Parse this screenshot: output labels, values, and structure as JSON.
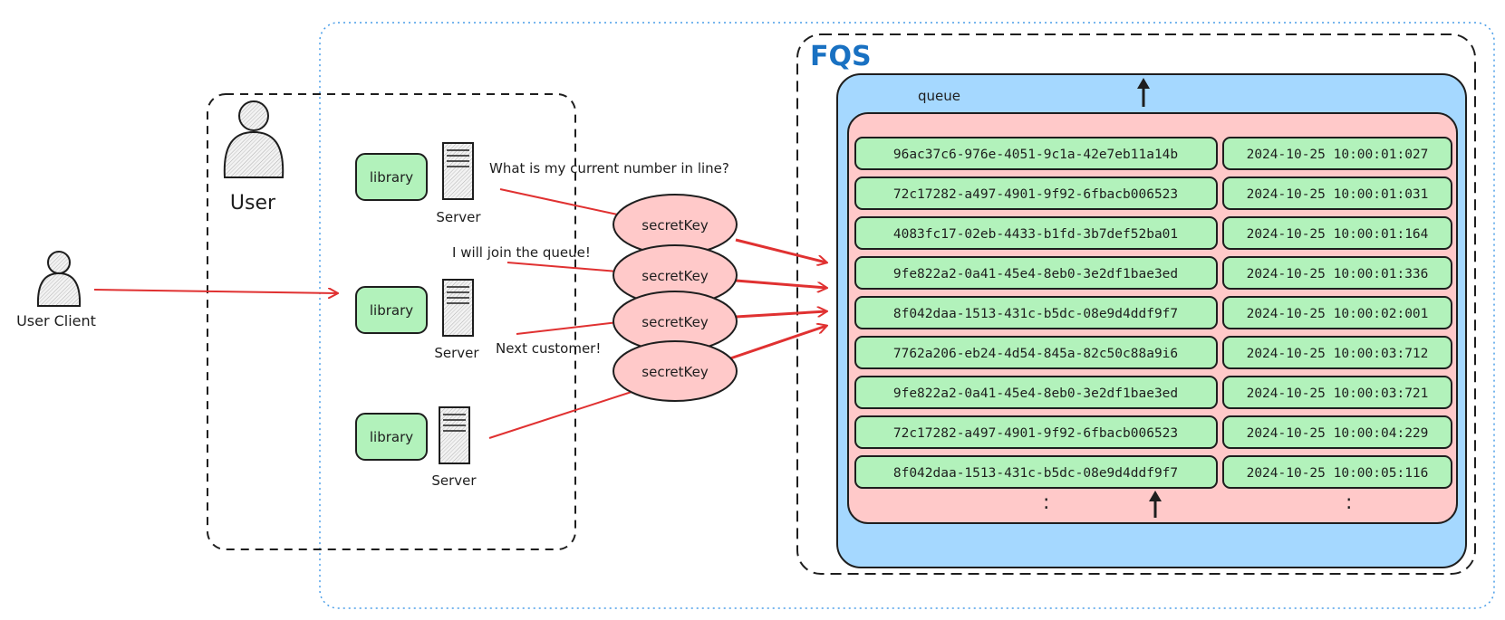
{
  "fqs_title": "FQS",
  "queue_label": "queue",
  "user_label": "User",
  "user_client_label": "User Client",
  "library_label": "library",
  "server_label": "Server",
  "secret_key_label": "secretKey",
  "messages": {
    "current_number": "What is my current number in line?",
    "join_queue": "I will join the queue!",
    "next_customer": "Next customer!"
  },
  "queue_entries": [
    {
      "id": "96ac37c6-976e-4051-9c1a-42e7eb11a14b",
      "timestamp": "2024-10-25 10:00:01:027"
    },
    {
      "id": "72c17282-a497-4901-9f92-6fbacb006523",
      "timestamp": "2024-10-25 10:00:01:031"
    },
    {
      "id": "4083fc17-02eb-4433-b1fd-3b7def52ba01",
      "timestamp": "2024-10-25 10:00:01:164"
    },
    {
      "id": "9fe822a2-0a41-45e4-8eb0-3e2df1bae3ed",
      "timestamp": "2024-10-25 10:00:01:336"
    },
    {
      "id": "8f042daa-1513-431c-b5dc-08e9d4ddf9f7",
      "timestamp": "2024-10-25 10:00:02:001"
    },
    {
      "id": "7762a206-eb24-4d54-845a-82c50c88a9i6",
      "timestamp": "2024-10-25 10:00:03:712"
    },
    {
      "id": "9fe822a2-0a41-45e4-8eb0-3e2df1bae3ed",
      "timestamp": "2024-10-25 10:00:03:721"
    },
    {
      "id": "72c17282-a497-4901-9f92-6fbacb006523",
      "timestamp": "2024-10-25 10:00:04:229"
    },
    {
      "id": "8f042daa-1513-431c-b5dc-08e9d4ddf9f7",
      "timestamp": "2024-10-25 10:00:05:116"
    }
  ],
  "ellipsis": ":",
  "colors": {
    "fqs_title": "#1971c2",
    "queue_bg": "#a5d8ff",
    "inner_bg": "#ffc9c9",
    "entry_bg": "#b2f2bb",
    "secret_key_bg": "#ffc9c9",
    "library_bg": "#b2f2bb",
    "arrow": "#e03131",
    "dotted_border": "#4a9ee8"
  }
}
